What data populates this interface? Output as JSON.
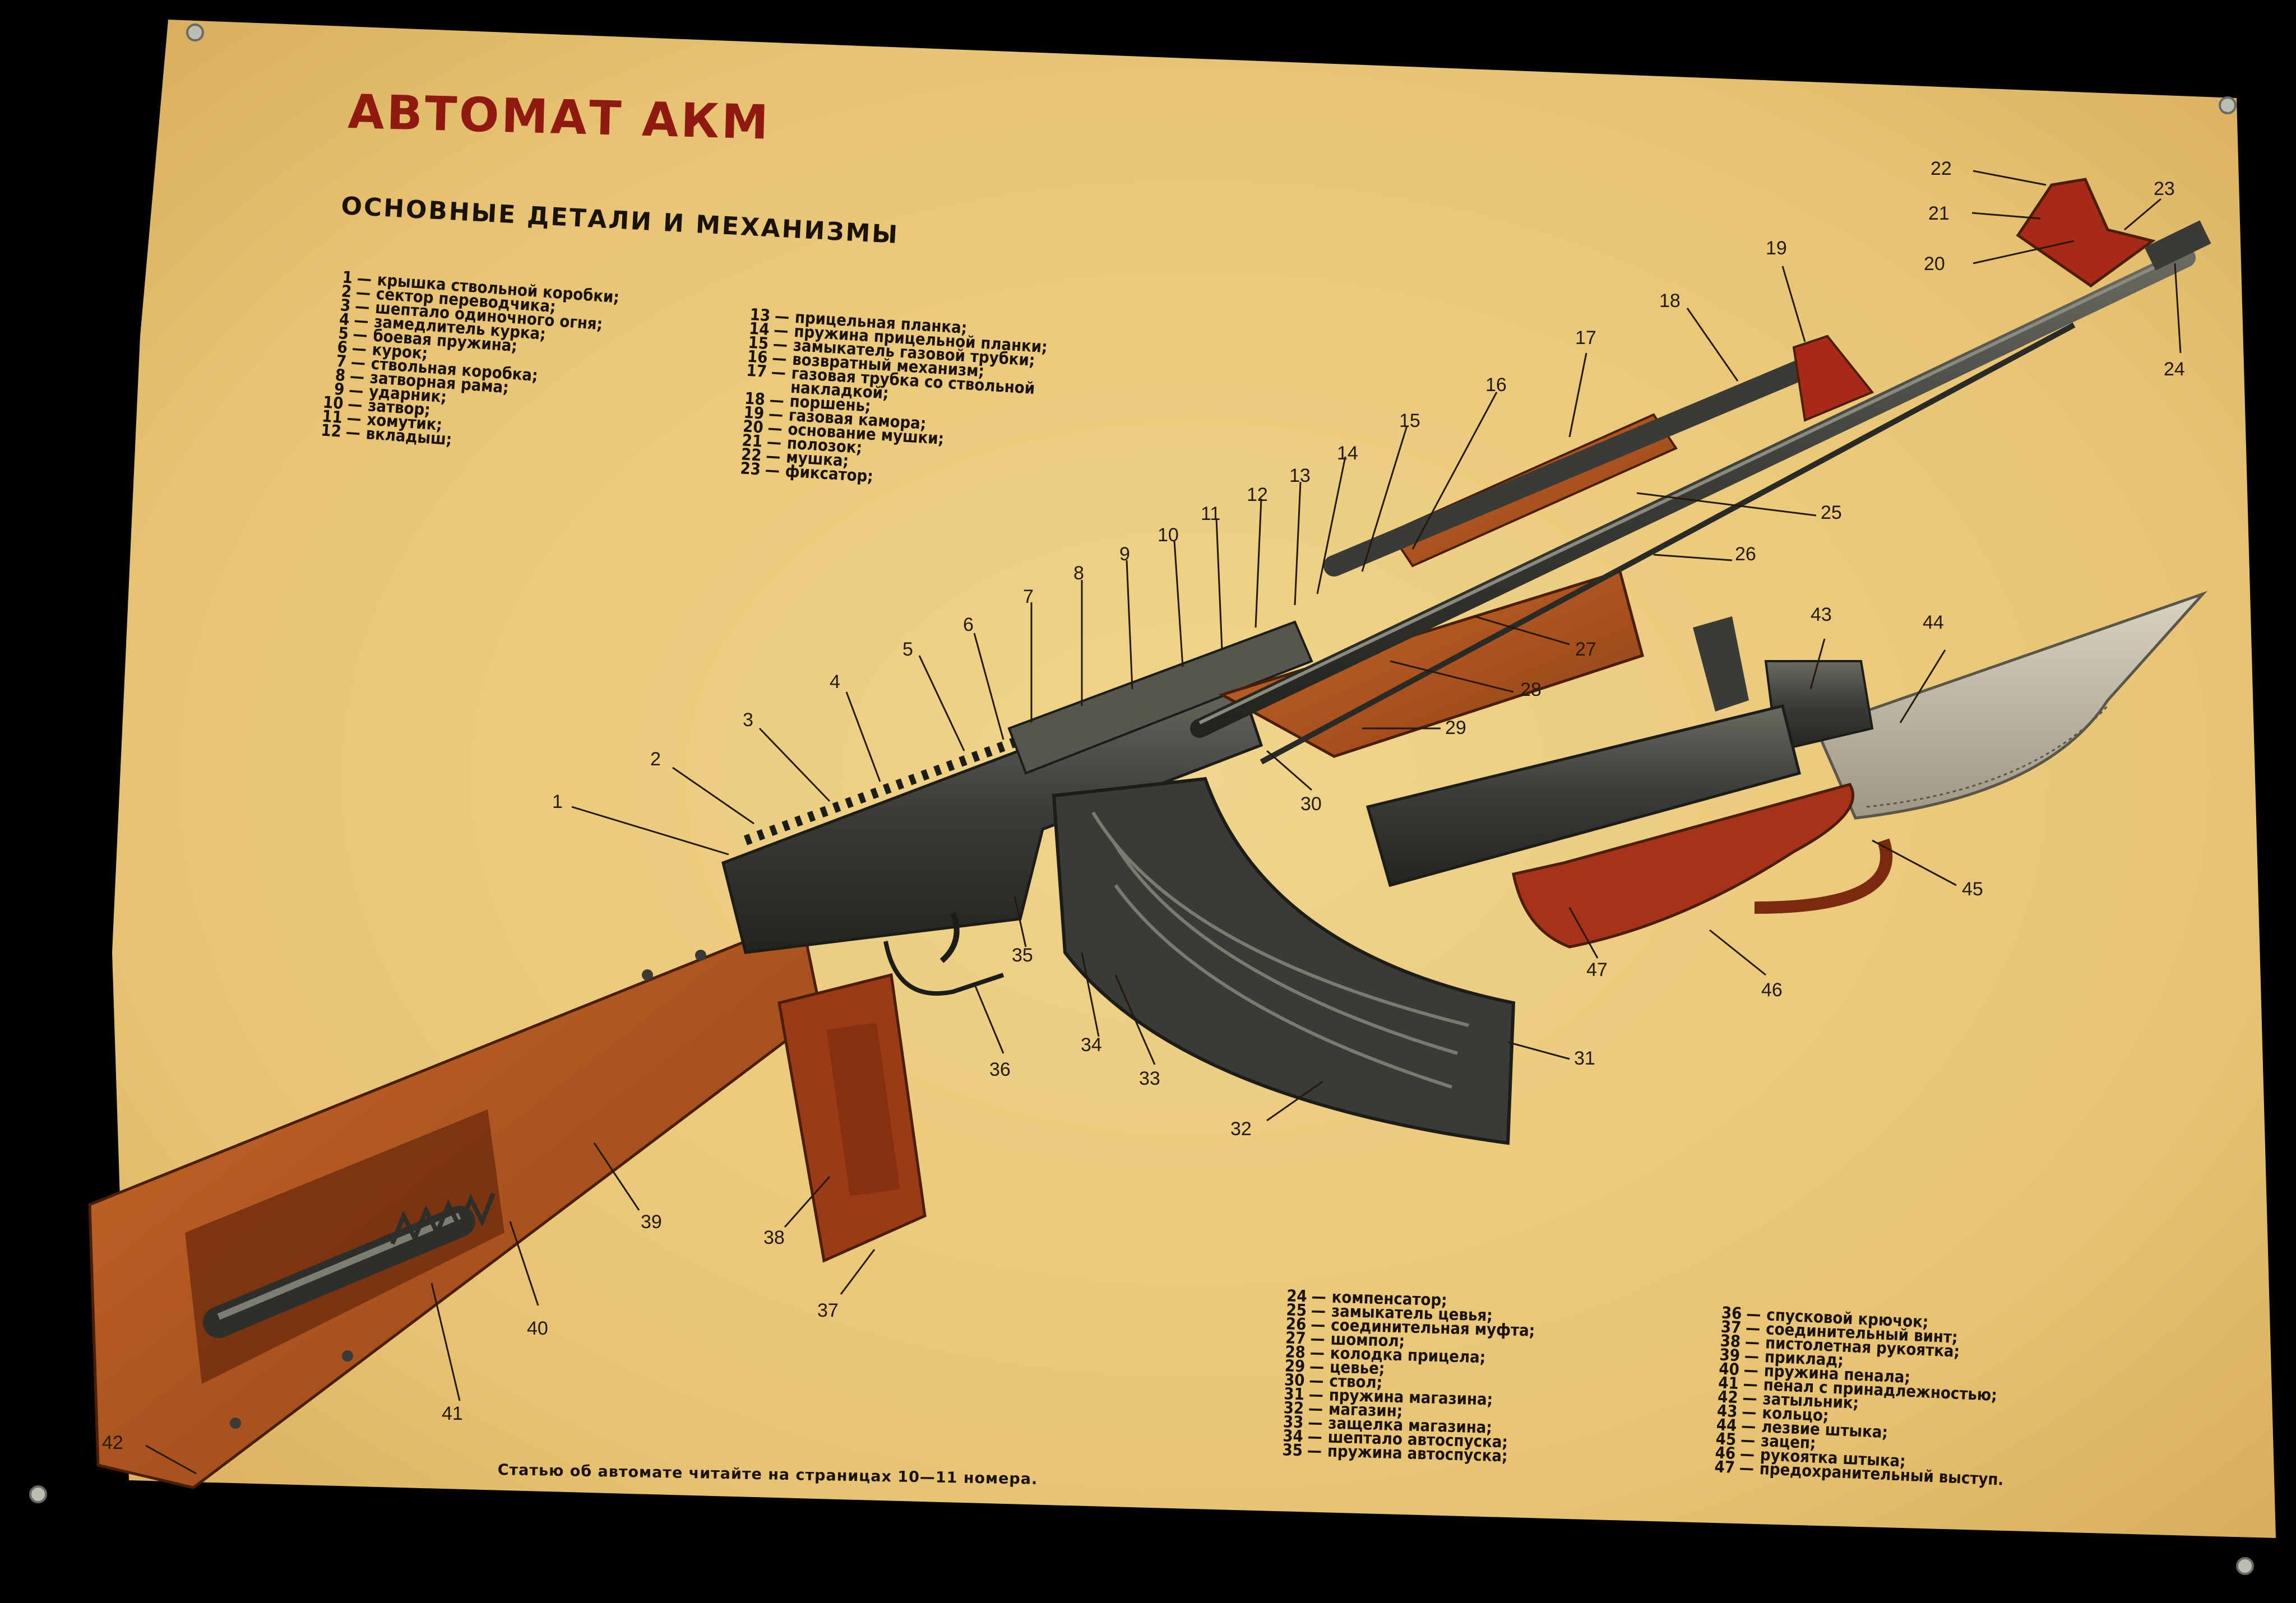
{
  "title": "АВТОМАТ АКМ",
  "subtitle": "ОСНОВНЫЕ ДЕТАЛИ И МЕХАНИЗМЫ",
  "footer": "Статью об автомате читайте на страницах 10—11 номера.",
  "colors": {
    "paper": "#e9c97c",
    "title_red": "#8e1a12",
    "wood": "#b3581f",
    "metal": "#3a3a36",
    "ink": "#1a1206"
  },
  "legend_a": [
    {
      "num": "1",
      "text": "крышка ствольной коробки;"
    },
    {
      "num": "2",
      "text": "сектор переводчика;"
    },
    {
      "num": "3",
      "text": "шептало одиночного огня;"
    },
    {
      "num": "4",
      "text": "замедлитель курка;"
    },
    {
      "num": "5",
      "text": "боевая пружина;"
    },
    {
      "num": "6",
      "text": "курок;"
    },
    {
      "num": "7",
      "text": "ствольная коробка;"
    },
    {
      "num": "8",
      "text": "затворная рама;"
    },
    {
      "num": "9",
      "text": "ударник;"
    },
    {
      "num": "10",
      "text": "затвор;"
    },
    {
      "num": "11",
      "text": "хомутик;"
    },
    {
      "num": "12",
      "text": "вкладыш;"
    }
  ],
  "legend_b": [
    {
      "num": "13",
      "text": "прицельная планка;"
    },
    {
      "num": "14",
      "text": "пружина прицельной планки;"
    },
    {
      "num": "15",
      "text": "замыкатель газовой трубки;"
    },
    {
      "num": "16",
      "text": "возвратный механизм;"
    },
    {
      "num": "17",
      "text": "газовая трубка со ствольной"
    },
    {
      "num": "",
      "text": "накладкой;"
    },
    {
      "num": "18",
      "text": "поршень;"
    },
    {
      "num": "19",
      "text": "газовая камора;"
    },
    {
      "num": "20",
      "text": "основание мушки;"
    },
    {
      "num": "21",
      "text": "полозок;"
    },
    {
      "num": "22",
      "text": "мушка;"
    },
    {
      "num": "23",
      "text": "фиксатор;"
    }
  ],
  "legend_c": [
    {
      "num": "24",
      "text": "компенсатор;"
    },
    {
      "num": "25",
      "text": "замыкатель цевья;"
    },
    {
      "num": "26",
      "text": "соединительная муфта;"
    },
    {
      "num": "27",
      "text": "шомпол;"
    },
    {
      "num": "28",
      "text": "колодка прицела;"
    },
    {
      "num": "29",
      "text": "цевье;"
    },
    {
      "num": "30",
      "text": "ствол;"
    },
    {
      "num": "31",
      "text": "пружина магазина;"
    },
    {
      "num": "32",
      "text": "магазин;"
    },
    {
      "num": "33",
      "text": "защелка магазина;"
    },
    {
      "num": "34",
      "text": "шептало автоспуска;"
    },
    {
      "num": "35",
      "text": "пружина автоспуска;"
    }
  ],
  "legend_d": [
    {
      "num": "36",
      "text": "спусковой крючок;"
    },
    {
      "num": "37",
      "text": "соединительный винт;"
    },
    {
      "num": "38",
      "text": "пистолетная рукоятка;"
    },
    {
      "num": "39",
      "text": "приклад;"
    },
    {
      "num": "40",
      "text": "пружина пенала;"
    },
    {
      "num": "41",
      "text": "пенал с принадлежностью;"
    },
    {
      "num": "42",
      "text": "затыльник;"
    },
    {
      "num": "43",
      "text": "кольцо;"
    },
    {
      "num": "44",
      "text": "лезвие штыка;"
    },
    {
      "num": "45",
      "text": "зацеп;"
    },
    {
      "num": "46",
      "text": "рукоятка штыка;"
    },
    {
      "num": "47",
      "text": "предохранительный выступ."
    }
  ],
  "callouts": [
    "1",
    "2",
    "3",
    "4",
    "5",
    "6",
    "7",
    "8",
    "9",
    "10",
    "11",
    "12",
    "13",
    "14",
    "15",
    "16",
    "17",
    "18",
    "19",
    "20",
    "21",
    "22",
    "23",
    "24",
    "25",
    "26",
    "27",
    "28",
    "29",
    "30",
    "31",
    "32",
    "33",
    "34",
    "35",
    "36",
    "37",
    "38",
    "39",
    "40",
    "41",
    "42",
    "43",
    "44",
    "45",
    "46",
    "47"
  ]
}
